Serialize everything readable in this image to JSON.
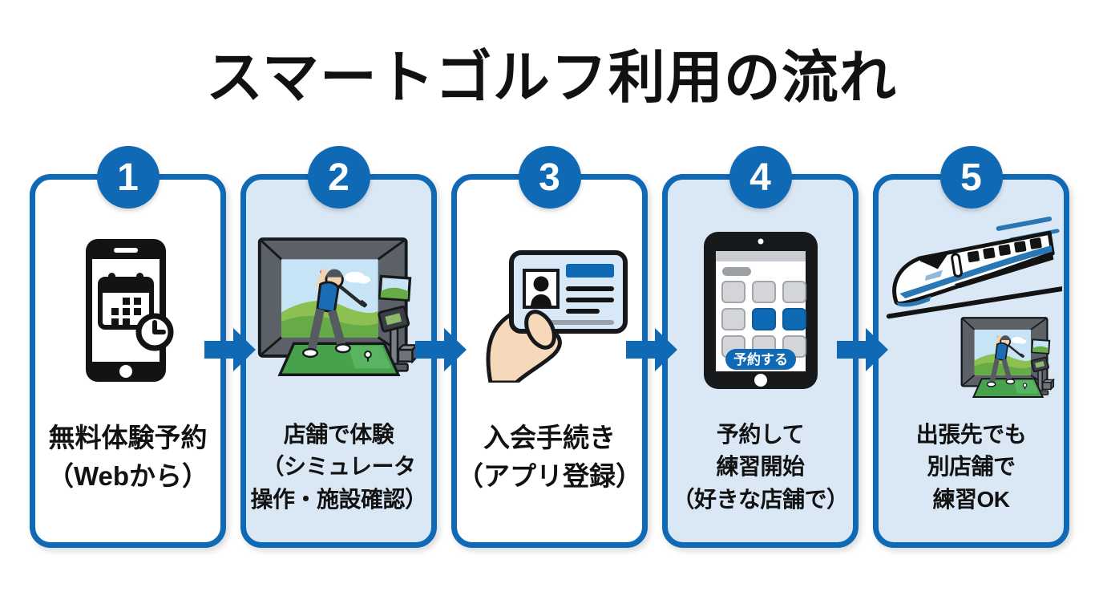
{
  "title": "スマートゴルフ利用の流れ",
  "colors": {
    "accent_blue": "#1069b4",
    "card_light_fill": "#dae8f5",
    "card_white_fill": "#ffffff",
    "text_black": "#121212"
  },
  "steps": [
    {
      "number": "1",
      "icon": "phone-calendar-clock-icon",
      "bg": "white",
      "lines": [
        "無料体験予約",
        "（Webから）"
      ]
    },
    {
      "number": "2",
      "icon": "golf-simulator-icon",
      "bg": "light",
      "lines": [
        "店舗で体験",
        "（シミュレータ",
        "操作・施設確認）"
      ]
    },
    {
      "number": "3",
      "icon": "membership-card-icon",
      "bg": "white",
      "lines": [
        "入会手続き",
        "（アプリ登録）"
      ]
    },
    {
      "number": "4",
      "icon": "tablet-booking-icon",
      "bg": "light",
      "lines": [
        "予約して",
        "練習開始",
        "（好きな店舗で）"
      ],
      "button_label": "予約する"
    },
    {
      "number": "5",
      "icon": "train-travel-simulator-icon",
      "bg": "light",
      "lines": [
        "出張先でも",
        "別店舗で",
        "練習OK"
      ]
    }
  ]
}
